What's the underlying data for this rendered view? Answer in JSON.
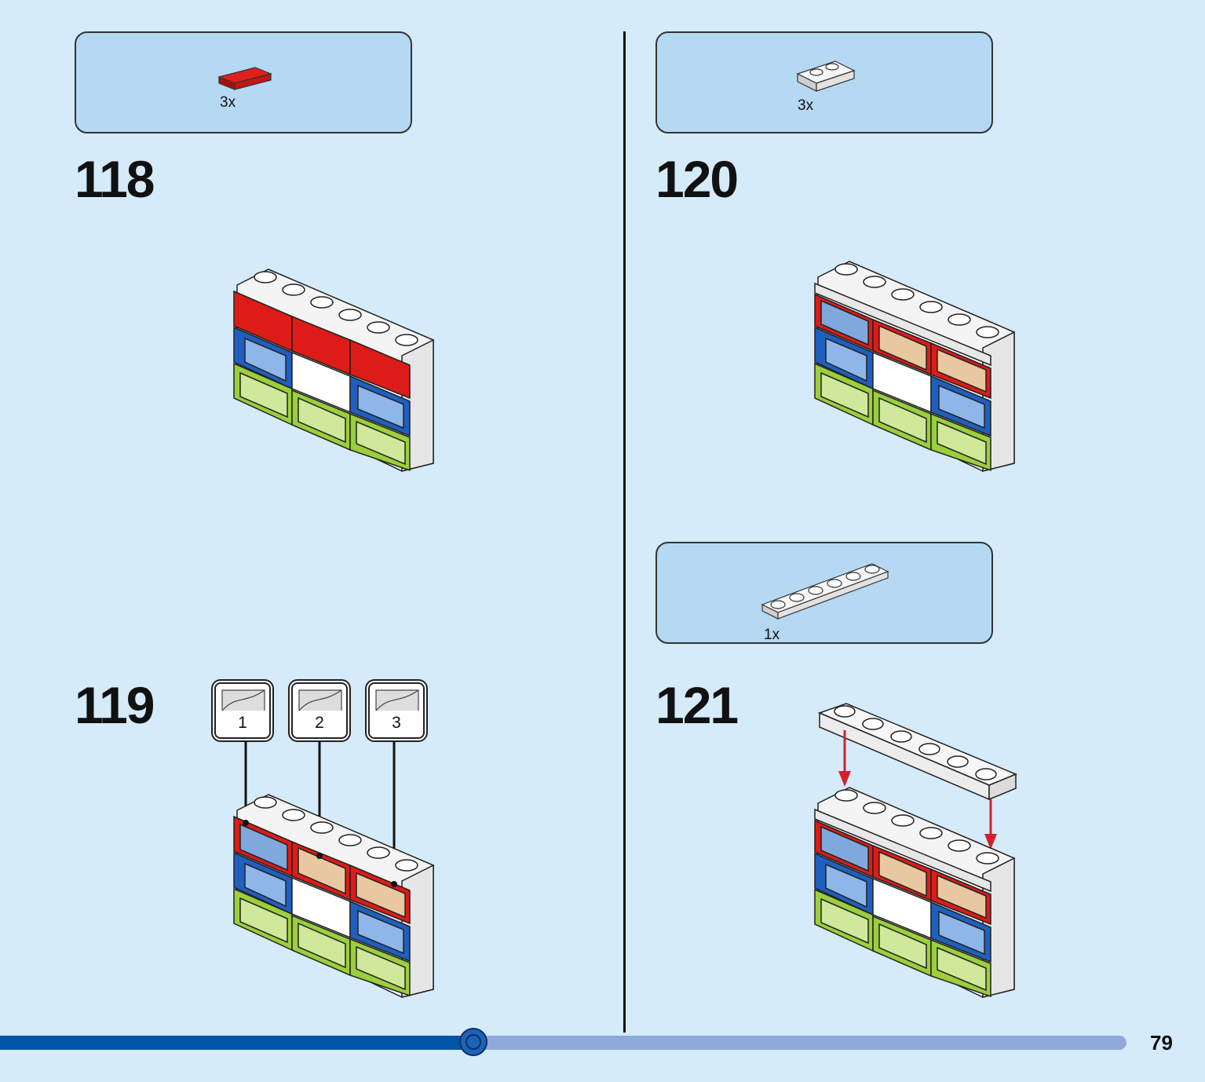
{
  "steps": [
    {
      "number": "118",
      "parts_qty": "3x",
      "part": "red-tile-1x2-icon"
    },
    {
      "number": "119",
      "stickers": [
        "1",
        "2",
        "3"
      ]
    },
    {
      "number": "120",
      "parts_qty": "3x",
      "part": "white-plate-1x2-icon"
    },
    {
      "number": "121",
      "parts_qty": "1x",
      "part": "white-plate-1x6-icon"
    }
  ],
  "progress": {
    "value": 0.42
  },
  "page": {
    "number": "79"
  },
  "colors": {
    "background": "#d5ebfa",
    "callout": "#b5d8f3",
    "progress_fill": "#0055a5",
    "progress_track": "#8fa9d9",
    "arrow": "#d5202a"
  }
}
